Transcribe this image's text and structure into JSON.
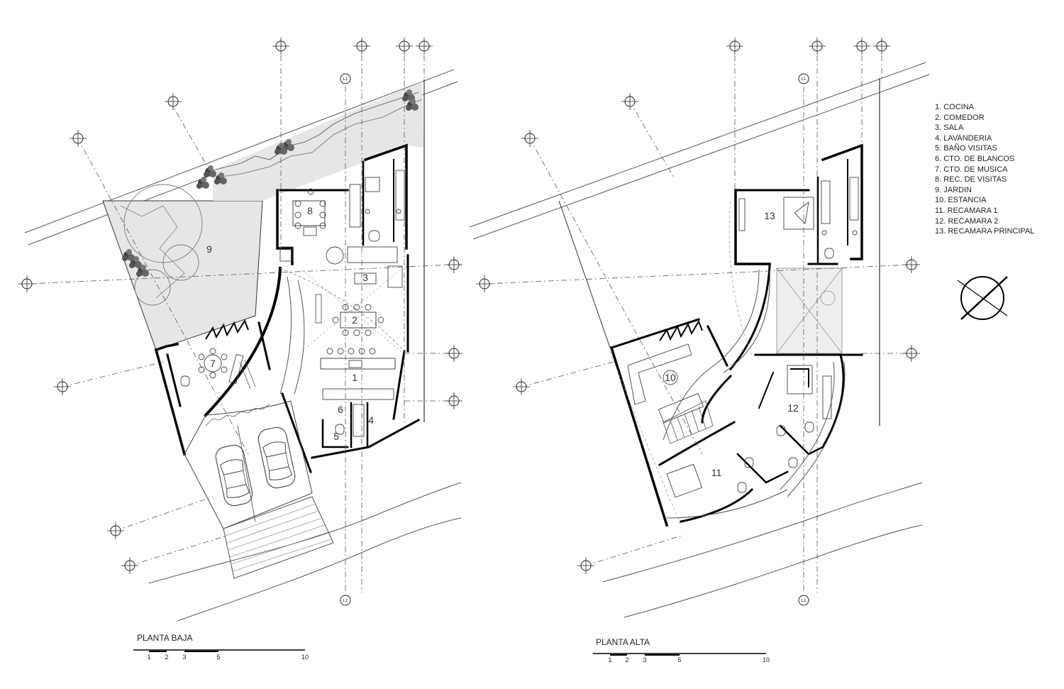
{
  "legend": {
    "items": [
      "1. COCINA",
      "2. COMEDOR",
      "3. SALA",
      "4. LAVANDERIA",
      "5. BAÑO VISITAS",
      "6. CTO. DE BLANCOS",
      "7. CTO. DE MUSICA",
      "8. REC. DE VISITAS",
      "9. JARDIN",
      "10. ESTANCIA",
      "11. RECAMARA 1",
      "12. RECAMARA 2",
      "13. RECAMARA PRINCIPAL"
    ]
  },
  "plans": {
    "ground": {
      "title": "PLANTA BAJA",
      "rooms": [
        "1",
        "2",
        "3",
        "4",
        "5",
        "6",
        "7",
        "8",
        "9"
      ]
    },
    "upper": {
      "title": "PLANTA ALTA",
      "rooms": [
        "10",
        "11",
        "12",
        "13"
      ]
    }
  },
  "axis_tag": "L1",
  "scale_bar": {
    "ticks": [
      "1",
      "2",
      "3",
      "5",
      "10"
    ]
  },
  "colors": {
    "ink": "#1a1a1a",
    "garden_fill": "#e6e6e6",
    "wall": "#000000"
  },
  "icons": {
    "north_arrow": "north-arrow-icon",
    "grid_marker": "grid-axis-marker-icon",
    "tree": "tree-icon",
    "car": "car-icon"
  }
}
